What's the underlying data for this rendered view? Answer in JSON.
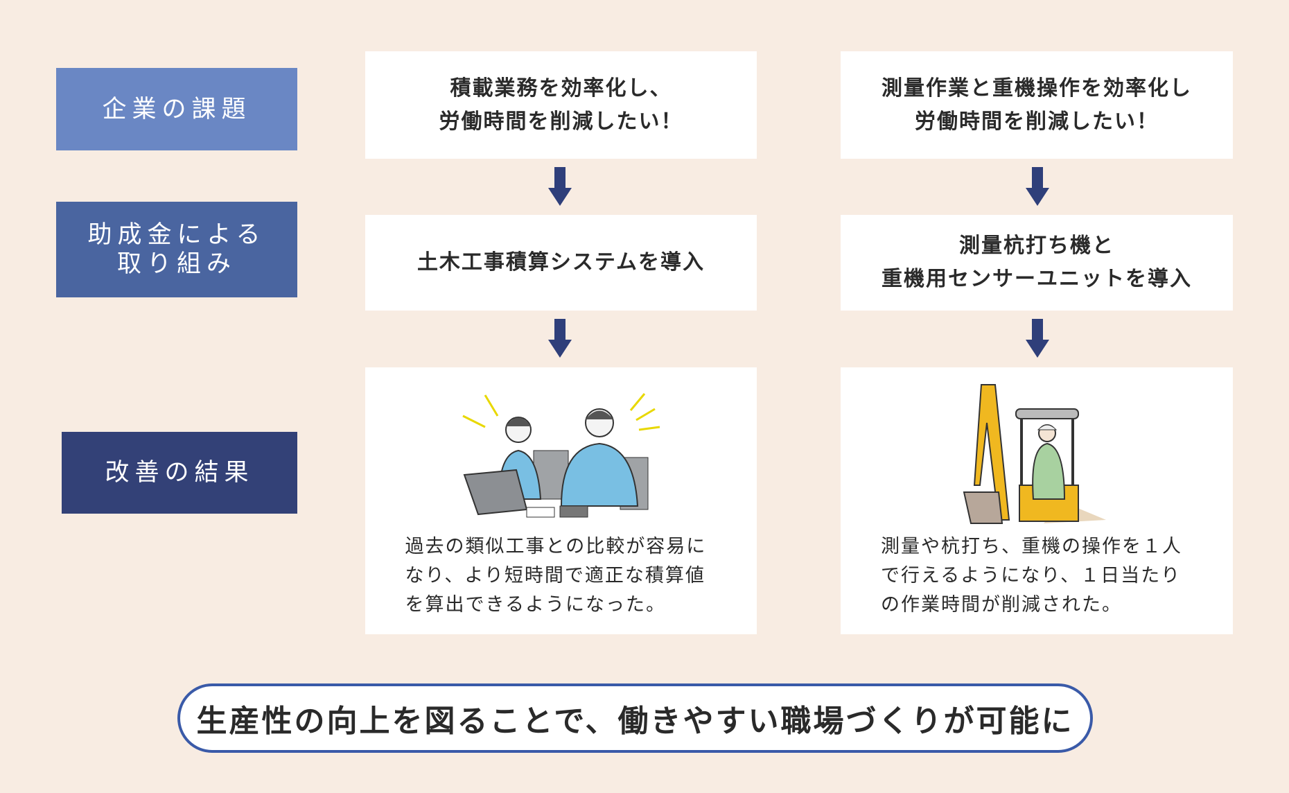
{
  "labels": {
    "challenge": "企業の課題",
    "initiative_line1": "助成金による",
    "initiative_line2": "取り組み",
    "result": "改善の結果"
  },
  "columns": [
    {
      "challenge_line1": "積載業務を効率化し、",
      "challenge_line2": "労働時間を削減したい！",
      "initiative_line1": "土木工事積算システムを導入",
      "result_text": "過去の類似工事との比較が容易になり、より短時間で適正な積算値を算出できるようになった。",
      "illustration": "office-workers-laptop"
    },
    {
      "challenge_line1": "測量作業と重機操作を効率化し",
      "challenge_line2": "労働時間を削減したい！",
      "initiative_line1": "測量杭打ち機と",
      "initiative_line2": "重機用センサーユニットを導入",
      "result_text": "測量や杭打ち、重機の操作を１人で行えるようになり、１日当たりの作業時間が削減された。",
      "illustration": "excavator-operator"
    }
  ],
  "conclusion": "生産性の向上を図ることで、働きやすい職場づくりが可能に",
  "colors": {
    "background": "#f8ece2",
    "label1": "#6a87c4",
    "label2": "#4a65a0",
    "label3": "#334177",
    "arrow": "#2f3f7a",
    "pill_border": "#3a5aa8"
  }
}
